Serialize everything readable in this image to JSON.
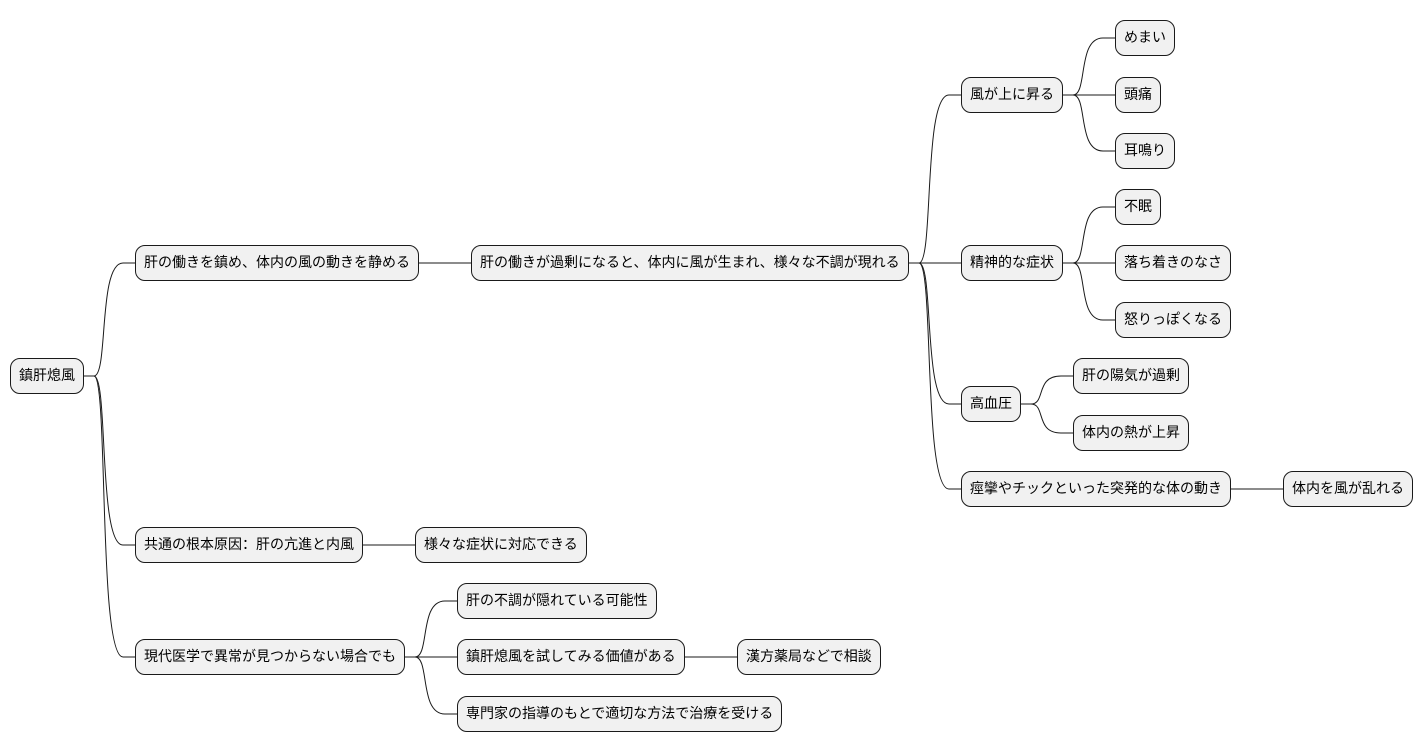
{
  "mindmap": {
    "root": {
      "id": "root",
      "label": "鎮肝熄風",
      "children": [
        {
          "id": "b1",
          "label": "肝の働きを鎮め、体内の風の動きを静める",
          "children": [
            {
              "id": "b1a",
              "label": "肝の働きが過剰になると、体内に風が生まれ、様々な不調が現れる",
              "children": [
                {
                  "id": "s1",
                  "label": "風が上に昇る",
                  "children": [
                    {
                      "id": "s1a",
                      "label": "めまい"
                    },
                    {
                      "id": "s1b",
                      "label": "頭痛"
                    },
                    {
                      "id": "s1c",
                      "label": "耳鳴り"
                    }
                  ]
                },
                {
                  "id": "s2",
                  "label": "精神的な症状",
                  "children": [
                    {
                      "id": "s2a",
                      "label": "不眠"
                    },
                    {
                      "id": "s2b",
                      "label": "落ち着きのなさ"
                    },
                    {
                      "id": "s2c",
                      "label": "怒りっぽくなる"
                    }
                  ]
                },
                {
                  "id": "s3",
                  "label": "高血圧",
                  "children": [
                    {
                      "id": "s3a",
                      "label": "肝の陽気が過剰"
                    },
                    {
                      "id": "s3b",
                      "label": "体内の熱が上昇"
                    }
                  ]
                },
                {
                  "id": "s4",
                  "label": "痙攣やチックといった突発的な体の動き",
                  "children": [
                    {
                      "id": "s4a",
                      "label": "体内を風が乱れる"
                    }
                  ]
                }
              ]
            }
          ]
        },
        {
          "id": "b2",
          "label": "共通の根本原因：肝の亢進と内風",
          "children": [
            {
              "id": "b2a",
              "label": "様々な症状に対応できる"
            }
          ]
        },
        {
          "id": "b3",
          "label": "現代医学で異常が見つからない場合でも",
          "children": [
            {
              "id": "b3a",
              "label": "肝の不調が隠れている可能性"
            },
            {
              "id": "b3b",
              "label": "鎮肝熄風を試してみる価値がある",
              "children": [
                {
                  "id": "b3b1",
                  "label": "漢方薬局などで相談"
                }
              ]
            },
            {
              "id": "b3c",
              "label": "専門家の指導のもとで適切な方法で治療を受ける"
            }
          ]
        }
      ]
    }
  },
  "colors": {
    "node_fill": "#f1f1f1",
    "node_border": "#1a1a1a",
    "edge": "#1a1a1a",
    "text": "#000000",
    "background": "#ffffff"
  }
}
